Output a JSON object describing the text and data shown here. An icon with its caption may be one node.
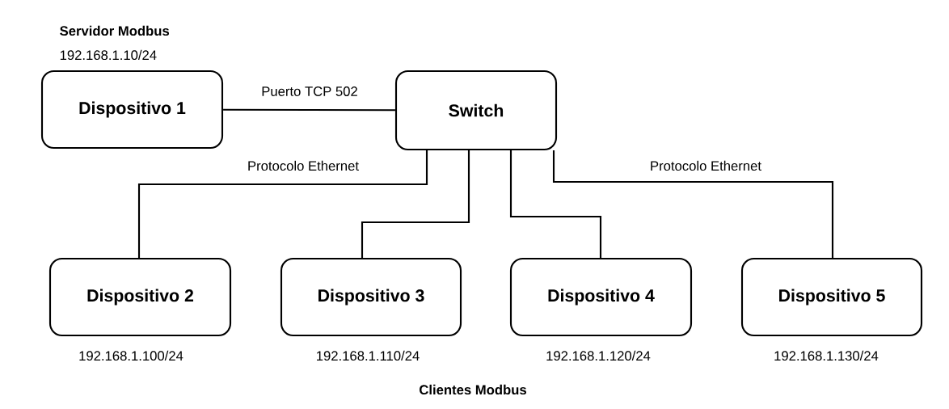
{
  "diagram": {
    "nodes": [
      {
        "text": [
          "Dispositivo 1"
        ],
        "beside": [
          "Servidor Modbus",
          "192.168.1.10/24"
        ]
      },
      {
        "text": [
          "Switch"
        ]
      },
      {
        "text": [
          "Dispositivo 2"
        ],
        "beside": [
          "192.168.1.100/24"
        ]
      },
      {
        "text": [
          "Dispositivo 3"
        ],
        "beside": [
          "192.168.1.110/24"
        ]
      },
      {
        "text": [
          "Dispositivo 4"
        ],
        "beside": [
          "192.168.1.120/24"
        ]
      },
      {
        "text": [
          "Dispositivo 5"
        ],
        "beside": [
          "192.168.1.130/24"
        ]
      }
    ],
    "edges": [
      {
        "from": 0,
        "to": 1,
        "arrow": "none",
        "label": "Puerto TCP 502"
      },
      {
        "from": 1,
        "to": 2,
        "arrow": "none",
        "label": "Protocolo Ethernet"
      },
      {
        "from": 1,
        "to": 3,
        "arrow": "none"
      },
      {
        "from": 1,
        "to": 4,
        "arrow": "none"
      },
      {
        "from": 1,
        "to": 5,
        "arrow": "none",
        "label": "Protocolo Ethernet"
      }
    ],
    "labels": [
      "Clientes Modbus"
    ]
  }
}
